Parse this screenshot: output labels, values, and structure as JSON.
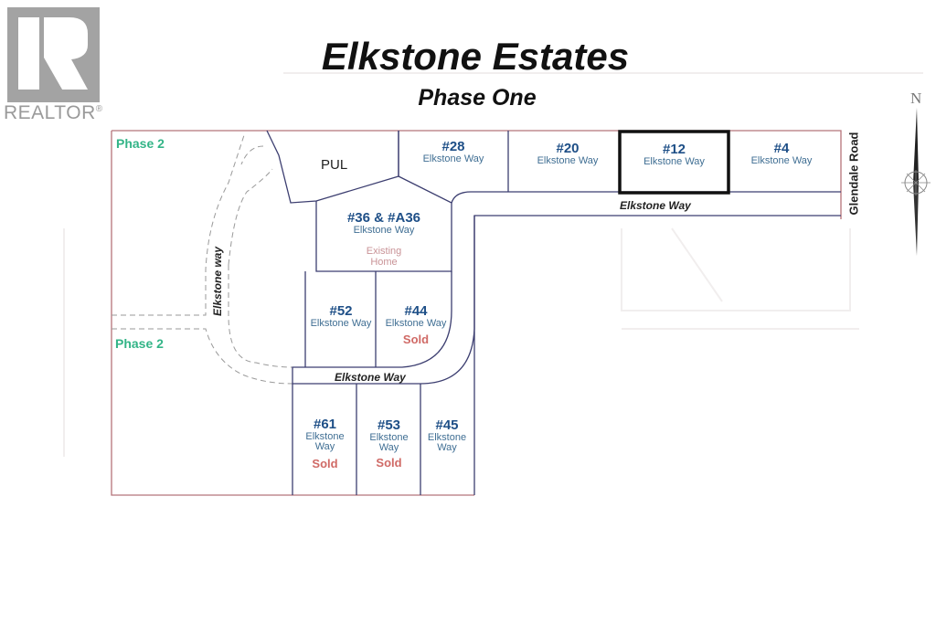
{
  "logo": {
    "brand": "REALTOR",
    "mark": "®"
  },
  "header": {
    "title": "Elkstone Estates",
    "subtitle": "Phase One"
  },
  "colors": {
    "lot_number": "#1e4f87",
    "street_text": "#3f6e93",
    "sold": "#d06a66",
    "phase2": "#33b487",
    "boundary": "#b5747a",
    "lot_line": "#3c3e70",
    "highlight": "#111111"
  },
  "phase_labels": [
    "Phase 2",
    "Phase 2"
  ],
  "pul": "PUL",
  "roads": {
    "top": "Elkstone Way",
    "middle": "Elkstone Way",
    "vertical": "Elkstone way",
    "glendale": "Glendale Road"
  },
  "compass": {
    "label": "N"
  },
  "lots": [
    {
      "number": "#28",
      "street": "Elkstone Way",
      "status": ""
    },
    {
      "number": "#20",
      "street": "Elkstone Way",
      "status": ""
    },
    {
      "number": "#12",
      "street": "Elkstone Way",
      "status": "",
      "highlighted": true
    },
    {
      "number": "#4",
      "street": "Elkstone Way",
      "status": ""
    },
    {
      "number": "#36 & #A36",
      "street": "Elkstone Way",
      "status": "Existing Home",
      "status_line1": "Existing",
      "status_line2": "Home"
    },
    {
      "number": "#52",
      "street": "Elkstone Way",
      "status": ""
    },
    {
      "number": "#44",
      "street": "Elkstone Way",
      "status": "Sold"
    },
    {
      "number": "#61",
      "street_line1": "Elkstone",
      "street_line2": "Way",
      "status": "Sold"
    },
    {
      "number": "#53",
      "street_line1": "Elkstone",
      "street_line2": "Way",
      "status": "Sold"
    },
    {
      "number": "#45",
      "street_line1": "Elkstone",
      "street_line2": "Way",
      "status": ""
    }
  ]
}
